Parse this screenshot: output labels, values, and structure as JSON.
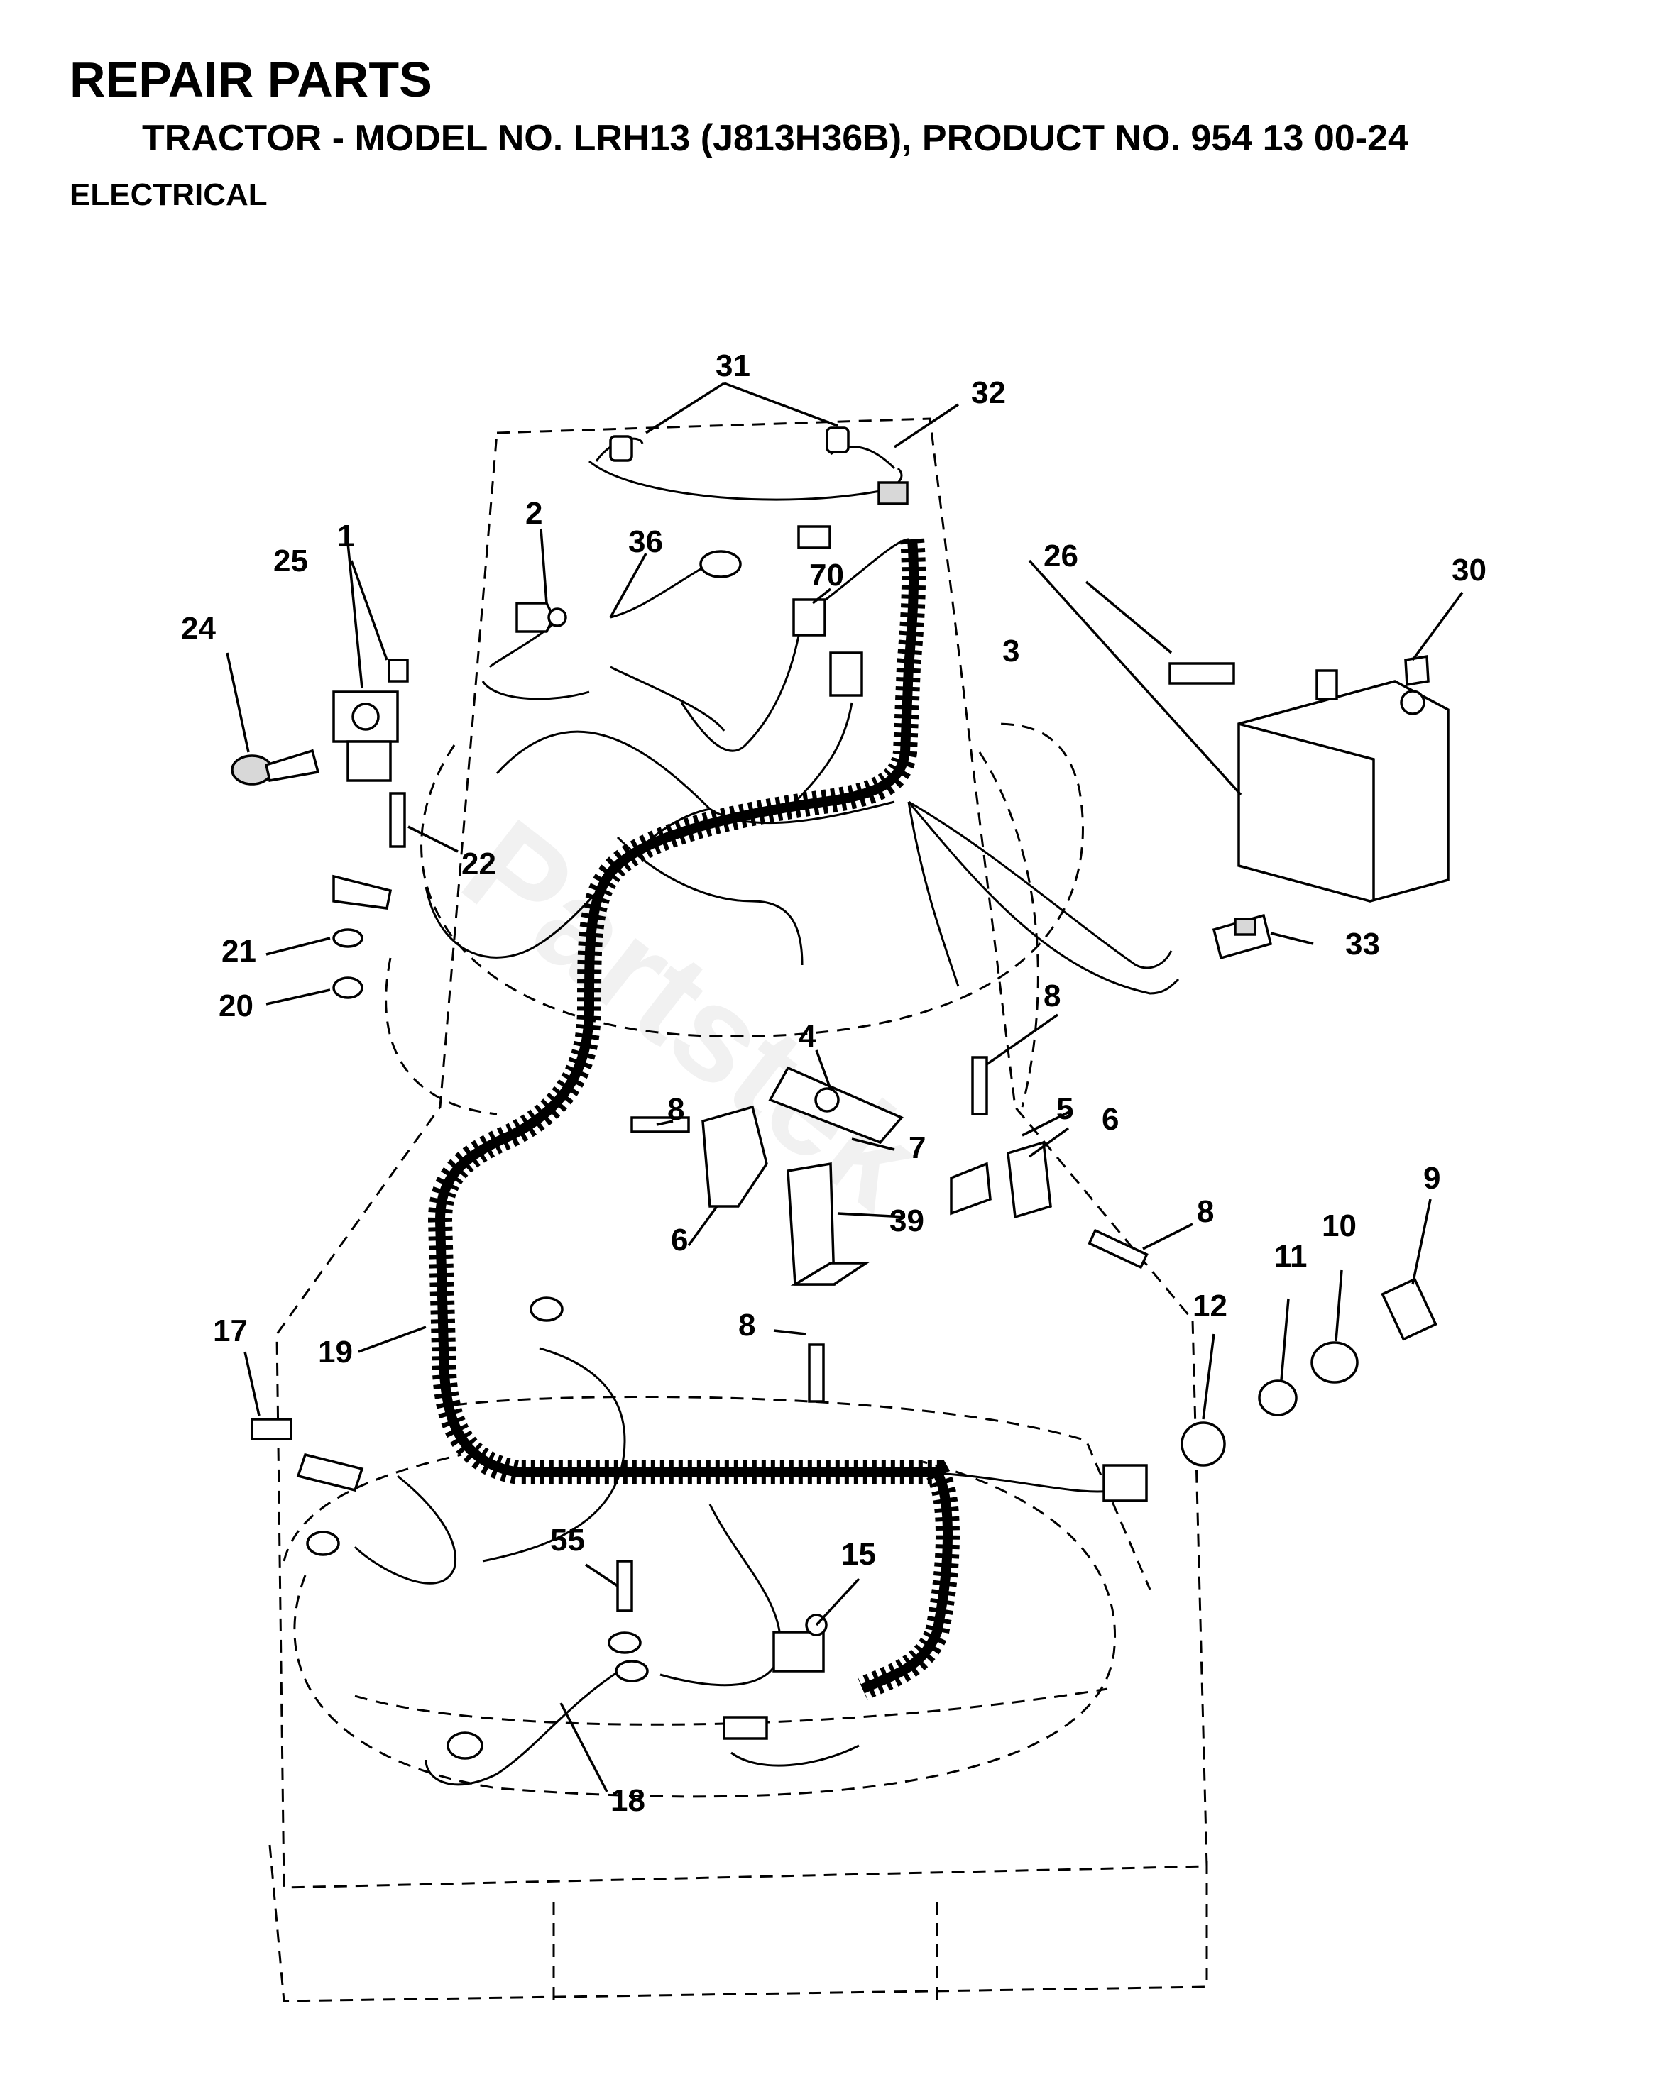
{
  "header": {
    "title": "REPAIR PARTS",
    "subtitle": "TRACTOR - MODEL NO. LRH13 (J813H36B),  PRODUCT NO. 954 13 00-24",
    "section": "ELECTRICAL"
  },
  "watermark": "Partstek",
  "callouts": {
    "c1": "1",
    "c2": "2",
    "c3": "3",
    "c4": "4",
    "c5": "5",
    "c6a": "6",
    "c6b": "6",
    "c7": "7",
    "c8a": "8",
    "c8b": "8",
    "c8c": "8",
    "c8d": "8",
    "c9": "9",
    "c10": "10",
    "c11": "11",
    "c12": "12",
    "c15": "15",
    "c17": "17",
    "c18": "18",
    "c19": "19",
    "c20": "20",
    "c21": "21",
    "c22": "22",
    "c24": "24",
    "c25": "25",
    "c26": "26",
    "c30": "30",
    "c31": "31",
    "c32": "32",
    "c33": "33",
    "c36": "36",
    "c39": "39",
    "c55": "55",
    "c70": "70"
  }
}
